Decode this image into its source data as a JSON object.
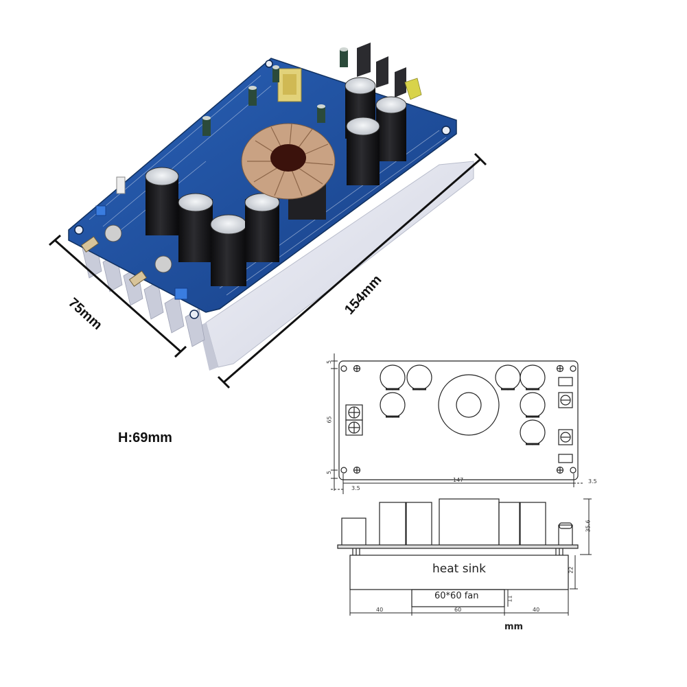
{
  "product_photo": {
    "description": "DC-DC converter module on aluminum heat sink",
    "width_label": "75mm",
    "length_label": "154mm",
    "height_label": "H:69mm",
    "colors": {
      "pcb": "#1f4f9e",
      "pcb_dark": "#163a78",
      "capacitor": "#1a1a1c",
      "capacitor_top": "#d8dce2",
      "heatsink": "#e4e6f0",
      "heatsink_shade": "#c7cad8",
      "coil_copper": "#c8a383",
      "coil_core": "#3a1410",
      "transformer": "#d9c877"
    }
  },
  "top_view_drawing": {
    "dim_left_top": "5",
    "dim_left_middle": "65",
    "dim_left_bottom": "5",
    "dim_bottom_left_offset": "3.5",
    "dim_bottom_length": "147",
    "dim_bottom_right_offset": "3.5"
  },
  "side_view_drawing": {
    "heat_sink_label": "heat sink",
    "fan_label": "60*60 fan",
    "dim_total_height": "35.6",
    "dim_heatsink_height": "22",
    "dim_fan_height": "11",
    "dim_left": "40",
    "dim_middle": "60",
    "dim_right": "40",
    "unit_label": "mm"
  }
}
